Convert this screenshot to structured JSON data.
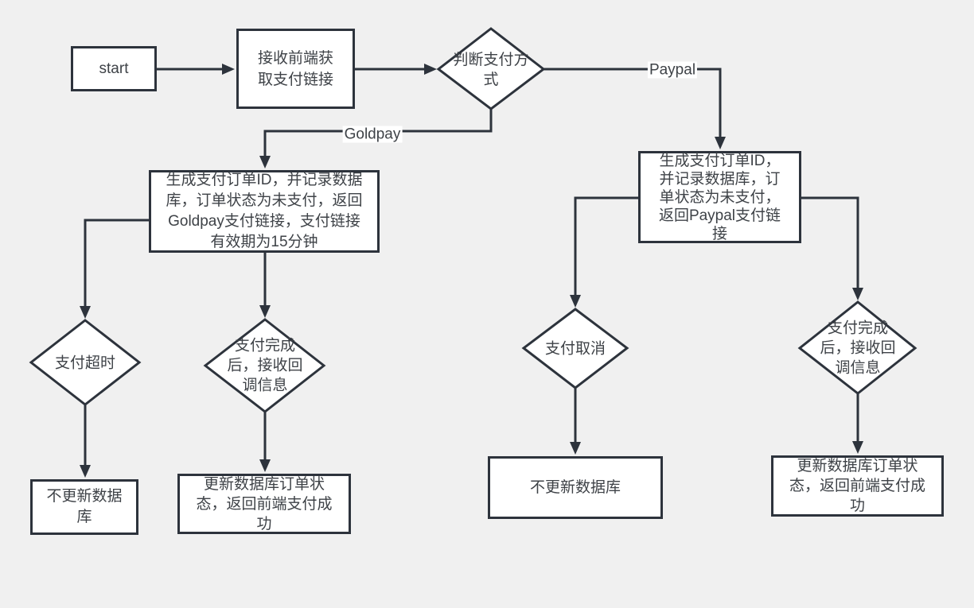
{
  "canvas": {
    "background_color": "#f0f0f0",
    "stroke_color": "#2d333c",
    "text_color": "#3e4247",
    "node_fill": "#ffffff"
  },
  "nodes": {
    "start": {
      "label": "start"
    },
    "receive": {
      "label": "接收前端获\n取支付链接"
    },
    "decision": {
      "label": "判断支付方\n式"
    },
    "goldpay_gen": {
      "label": "生成支付订单ID，并记录数据\n库，订单状态为未支付，返回\nGoldpay支付链接，支付链接\n有效期为15分钟"
    },
    "paypal_gen": {
      "label": "生成支付订单ID，\n并记录数据库，订\n单状态为未支付，\n返回Paypal支付链\n接"
    },
    "timeout": {
      "label": "支付超时"
    },
    "complete_left": {
      "label": "支付完成\n后，接收回\n调信息"
    },
    "cancel": {
      "label": "支付取消"
    },
    "complete_right": {
      "label": "支付完成\n后，接收回\n调信息"
    },
    "no_update_left": {
      "label": "不更新数据\n库"
    },
    "update_left": {
      "label": "更新数据库订单状\n态，返回前端支付成\n功"
    },
    "no_update_right": {
      "label": "不更新数据库"
    },
    "update_right": {
      "label": "更新数据库订单状\n态，返回前端支付成\n功"
    }
  },
  "edge_labels": {
    "goldpay": "Goldpay",
    "paypal": "Paypal"
  }
}
